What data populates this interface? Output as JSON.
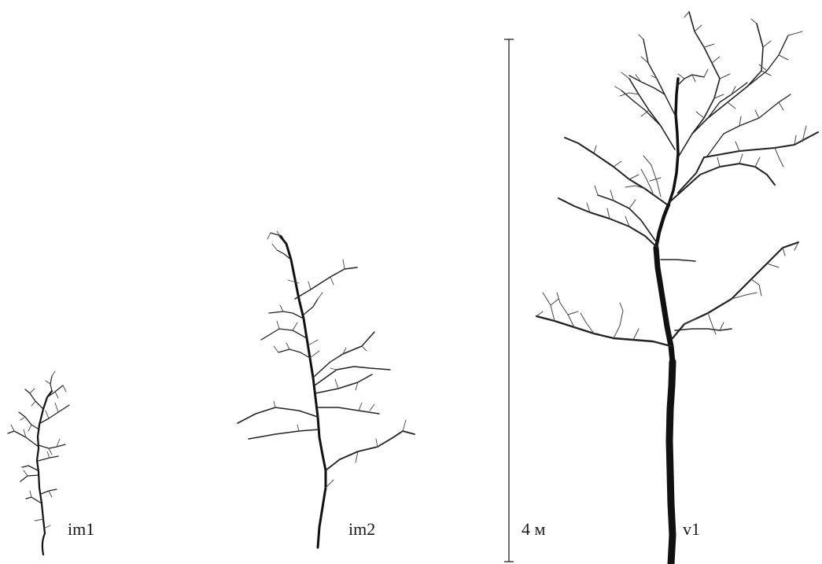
{
  "trees": [
    {
      "id": "im1",
      "label": "im1"
    },
    {
      "id": "im2",
      "label": "im2"
    },
    {
      "id": "v1",
      "label": "v1"
    }
  ],
  "scale_bar": {
    "label": "4 м",
    "length_m": 4
  },
  "colors": {
    "trunk": "#111111",
    "branch": "#222222",
    "twig": "#444444",
    "background": "#ffffff"
  }
}
